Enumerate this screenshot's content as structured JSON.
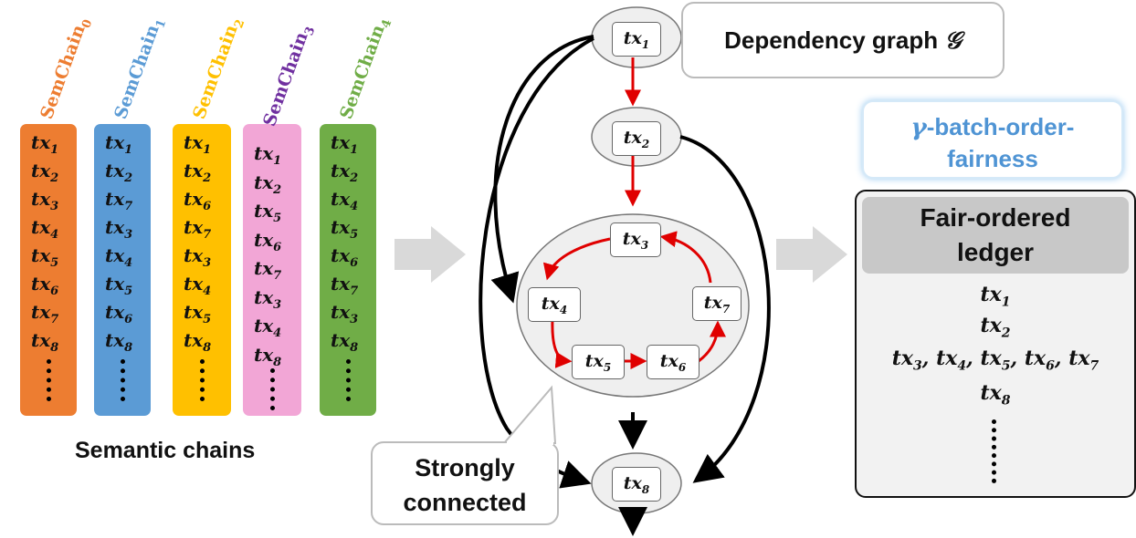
{
  "semantic_chains": {
    "caption": "Semantic chains",
    "chains": [
      {
        "name": "SemChain",
        "index": "0",
        "color": "#ed7d31",
        "items": [
          "1",
          "2",
          "3",
          "4",
          "5",
          "6",
          "7",
          "8"
        ]
      },
      {
        "name": "SemChain",
        "index": "1",
        "color": "#5b9bd5",
        "items": [
          "1",
          "2",
          "7",
          "3",
          "4",
          "5",
          "6",
          "8"
        ]
      },
      {
        "name": "SemChain",
        "index": "2",
        "color": "#ffc000",
        "items": [
          "1",
          "2",
          "6",
          "7",
          "3",
          "4",
          "5",
          "8"
        ]
      },
      {
        "name": "SemChain",
        "index": "3",
        "color": "#7030a0",
        "items": [
          "1",
          "2",
          "5",
          "6",
          "7",
          "3",
          "4",
          "8"
        ]
      },
      {
        "name": "SemChain",
        "index": "4",
        "color": "#70ad47",
        "items": [
          "1",
          "2",
          "4",
          "5",
          "6",
          "7",
          "3",
          "8"
        ]
      }
    ]
  },
  "graph": {
    "title": "Dependency graph ",
    "title_symbol": "𝒢",
    "tx_prefix": "tx",
    "nodes": [
      "1",
      "2",
      "3",
      "4",
      "5",
      "6",
      "7",
      "8"
    ],
    "scc_label_line1": "Strongly",
    "scc_label_line2": "connected"
  },
  "fairness": {
    "title_symbol": "γ",
    "title_rest": "-batch-order-",
    "title_line2": "fairness"
  },
  "ledger": {
    "title_line1": "Fair-ordered",
    "title_line2": "ledger",
    "rows": [
      [
        "1"
      ],
      [
        "2"
      ],
      [
        "3",
        "4",
        "5",
        "6",
        "7"
      ],
      [
        "8"
      ]
    ]
  },
  "colors": {
    "chain_title_0": "#ed7d31",
    "chain_title_1": "#5b9bd5",
    "chain_title_2": "#ffc000",
    "chain_title_3": "#7030a0",
    "chain_title_4": "#70ad47",
    "scc_edges": "#e00000",
    "edges": "#000000",
    "fairness_text": "#4f94d4"
  }
}
